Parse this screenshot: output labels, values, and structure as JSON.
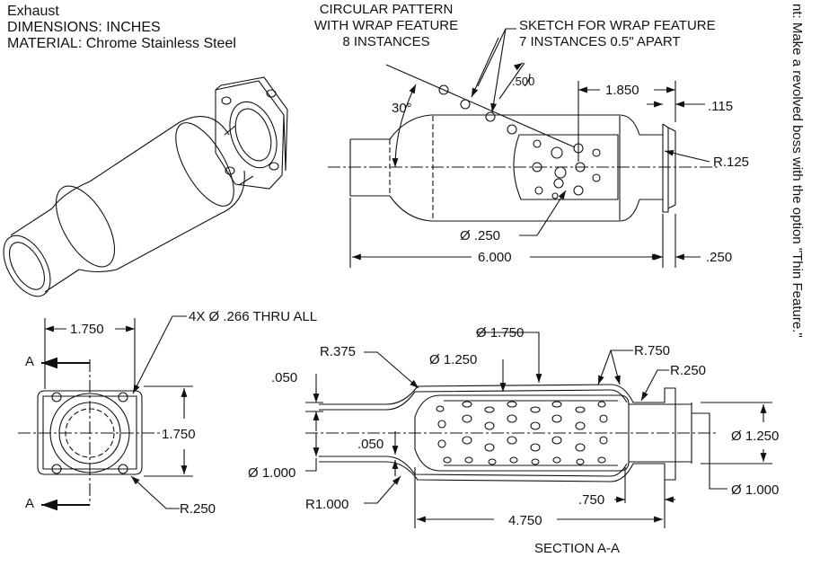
{
  "title_block": {
    "part": "Exhaust",
    "dimensions": "DIMENSIONS: INCHES",
    "material": "MATERIAL: Chrome Stainless Steel"
  },
  "notes": {
    "circular_pattern": [
      "CIRCULAR PATTERN",
      "WITH WRAP FEATURE",
      "8 INSTANCES"
    ],
    "sketch_wrap": [
      "SKETCH FOR WRAP FEATURE",
      "7 INSTANCES 0.5\" APART"
    ],
    "side_note": "nt: Make a revolved boss with the option \"Thin Feature.\"",
    "hole_callout": "4X  Ø  .266 THRU ALL",
    "section_label": "SECTION A-A",
    "view_label_a": "A"
  },
  "dims_top": {
    "angle": "30°",
    "spacing": ".500",
    "d1850": "1.850",
    "d115": ".115",
    "r125": "R.125",
    "dia250": "Ø .250",
    "d6000": "6.000",
    "d250": ".250"
  },
  "dims_end": {
    "d1750_h": "1.750",
    "d1750_v": "1.750",
    "r250": "R.250"
  },
  "dims_section": {
    "r375": "R.375",
    "dia1750": "Ø 1.750",
    "dia1250": "Ø 1.250",
    "r750": "R.750",
    "r250": "R.250",
    "d050a": ".050",
    "d050b": ".050",
    "dia1000_left": "Ø 1.000",
    "r1000": "R1.000",
    "d750": ".750",
    "d4750": "4.750",
    "dia1250_right": "Ø 1.250",
    "dia1000_right": "Ø 1.000"
  }
}
